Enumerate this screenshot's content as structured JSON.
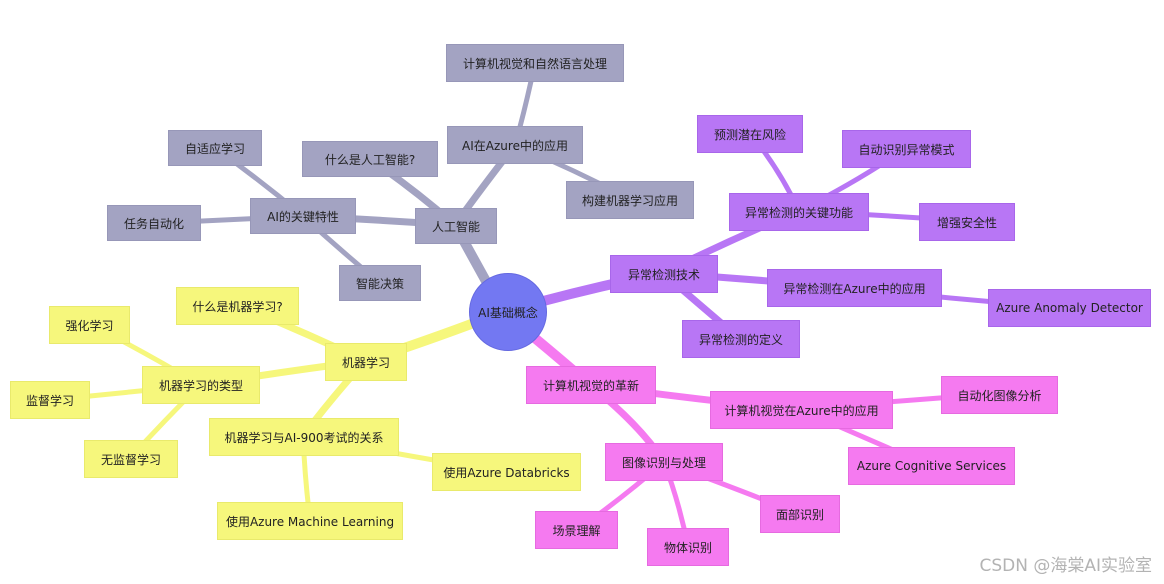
{
  "root": {
    "label": "AI基础概念"
  },
  "colors": {
    "root": "#7378f2",
    "grey": "#a3a3c2",
    "purple": "#b876f5",
    "pink": "#f57af0",
    "yellow": "#f6f77c"
  },
  "ai": {
    "label": "人工智能",
    "what_is": "什么是人工智能?",
    "traits": {
      "label": "AI的关键特性",
      "adaptive": "自适应学习",
      "automation": "任务自动化",
      "decision": "智能决策"
    },
    "azure_apps": {
      "label": "AI在Azure中的应用",
      "cv_nlp": "计算机视觉和自然语言处理",
      "build_ml": "构建机器学习应用"
    }
  },
  "anomaly": {
    "label": "异常检测技术",
    "definition": "异常检测的定义",
    "functions": {
      "label": "异常检测的关键功能",
      "predict_risk": "预测潜在风险",
      "auto_identify": "自动识别异常模式",
      "security": "增强安全性"
    },
    "azure_apps": {
      "label": "异常检测在Azure中的应用",
      "detector": "Azure Anomaly Detector"
    }
  },
  "cv": {
    "label": "计算机视觉的革新",
    "azure_apps": {
      "label": "计算机视觉在Azure中的应用",
      "auto_analysis": "自动化图像分析",
      "cognitive": "Azure Cognitive Services"
    },
    "image": {
      "label": "图像识别与处理",
      "scene": "场景理解",
      "object": "物体识别",
      "face": "面部识别"
    }
  },
  "ml": {
    "label": "机器学习",
    "what_is": "什么是机器学习?",
    "types": {
      "label": "机器学习的类型",
      "reinforcement": "强化学习",
      "supervised": "监督学习",
      "unsupervised": "无监督学习"
    },
    "exam": {
      "label": "机器学习与AI-900考试的关系",
      "databricks": "使用Azure Databricks",
      "aml": "使用Azure Machine Learning"
    }
  },
  "watermark": "CSDN @海棠AI实验室"
}
